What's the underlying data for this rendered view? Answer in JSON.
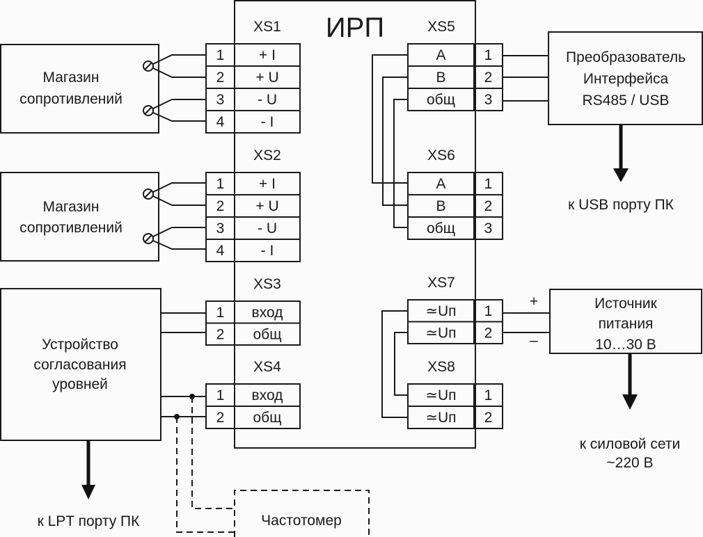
{
  "title": "ИРП",
  "devices": {
    "resistance_box_1": {
      "lines": [
        "Магазин",
        "сопротивлений"
      ]
    },
    "resistance_box_2": {
      "lines": [
        "Магазин",
        "сопротивлений"
      ]
    },
    "level_matching": {
      "lines": [
        "Устройство",
        "согласования",
        "уровней"
      ]
    },
    "converter": {
      "lines": [
        "Преобразователь",
        "Интерфейса",
        "RS485 / USB"
      ]
    },
    "power_supply": {
      "lines": [
        "Источник",
        "питания",
        "10…30 В"
      ]
    },
    "frequency_meter": {
      "lines": [
        "Частотомер"
      ]
    }
  },
  "connectors": {
    "xs1": {
      "name": "XS1",
      "pins": [
        {
          "num": "1",
          "sig": "+ I"
        },
        {
          "num": "2",
          "sig": "+ U"
        },
        {
          "num": "3",
          "sig": "- U"
        },
        {
          "num": "4",
          "sig": "- I"
        }
      ]
    },
    "xs2": {
      "name": "XS2",
      "pins": [
        {
          "num": "1",
          "sig": "+ I"
        },
        {
          "num": "2",
          "sig": "+ U"
        },
        {
          "num": "3",
          "sig": "- U"
        },
        {
          "num": "4",
          "sig": "- I"
        }
      ]
    },
    "xs3": {
      "name": "XS3",
      "pins": [
        {
          "num": "1",
          "sig": "вход"
        },
        {
          "num": "2",
          "sig": "общ"
        }
      ]
    },
    "xs4": {
      "name": "XS4",
      "pins": [
        {
          "num": "1",
          "sig": "вход"
        },
        {
          "num": "2",
          "sig": "общ"
        }
      ]
    },
    "xs5": {
      "name": "XS5",
      "pins": [
        {
          "num": "1",
          "sig": "A"
        },
        {
          "num": "2",
          "sig": "B"
        },
        {
          "num": "3",
          "sig": "общ"
        }
      ]
    },
    "xs6": {
      "name": "XS6",
      "pins": [
        {
          "num": "1",
          "sig": "A"
        },
        {
          "num": "2",
          "sig": "B"
        },
        {
          "num": "3",
          "sig": "общ"
        }
      ]
    },
    "xs7": {
      "name": "XS7",
      "pins": [
        {
          "num": "1",
          "sig": "≃Uп"
        },
        {
          "num": "2",
          "sig": "≃Uп"
        }
      ]
    },
    "xs8": {
      "name": "XS8",
      "pins": [
        {
          "num": "1",
          "sig": "≃Uп"
        },
        {
          "num": "2",
          "sig": "≃Uп"
        }
      ]
    }
  },
  "arrows": {
    "usb": {
      "label": "к USB порту ПК"
    },
    "lpt": {
      "label": "к LPT порту ПК"
    },
    "mains": {
      "lines": [
        "к силовой сети",
        "~220 В"
      ]
    }
  },
  "polarity": {
    "plus": "+",
    "minus": "–"
  }
}
